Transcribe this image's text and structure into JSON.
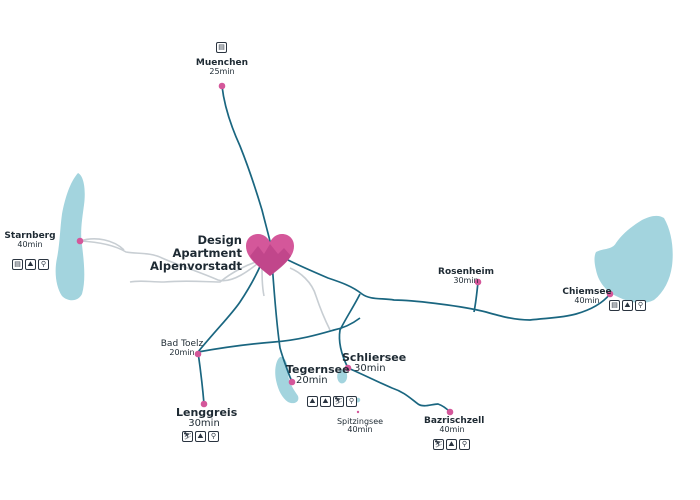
{
  "home": {
    "line1": "Design Apartment",
    "line2": "Alpenvorstadt",
    "marker_color": "#d4579a"
  },
  "colors": {
    "lake": "#a3d4de",
    "route_primary": "#1a6680",
    "route_secondary": "#c8ced3",
    "marker": "#d4579a"
  },
  "destinations": {
    "muenchen": {
      "name": "Muenchen",
      "time": "25min",
      "icons": [
        "train-icon"
      ]
    },
    "starnberg": {
      "name": "Starnberg",
      "time": "40min",
      "icons": [
        "train-icon",
        "hiking-icon",
        "cycling-icon"
      ]
    },
    "rosenheim": {
      "name": "Rosenheim",
      "time": "30min",
      "icons": []
    },
    "chiemsee": {
      "name": "Chiemsee",
      "time": "40min",
      "icons": [
        "train-icon",
        "hiking-icon",
        "cycling-icon"
      ]
    },
    "badtoelz": {
      "name": "Bad Toelz",
      "time": "20min",
      "icons": []
    },
    "lenggreis": {
      "name": "Lenggreis",
      "time": "30min",
      "icons": [
        "skiing-icon",
        "hiking-icon",
        "cycling-icon"
      ]
    },
    "tegernsee": {
      "name": "Tegernsee",
      "time": "20min",
      "icons": [
        "hiking-icon",
        "hiking-icon",
        "skiing-icon",
        "cycling-icon"
      ]
    },
    "schliersee": {
      "name": "Schliersee",
      "time": "30min",
      "icons": []
    },
    "spitzingsee": {
      "name": "Spitzingsee",
      "time": "40min",
      "icons": []
    },
    "bazrischzell": {
      "name": "Bazrischzell",
      "time": "40min",
      "icons": [
        "skiing-icon",
        "hiking-icon",
        "cycling-icon"
      ]
    }
  }
}
